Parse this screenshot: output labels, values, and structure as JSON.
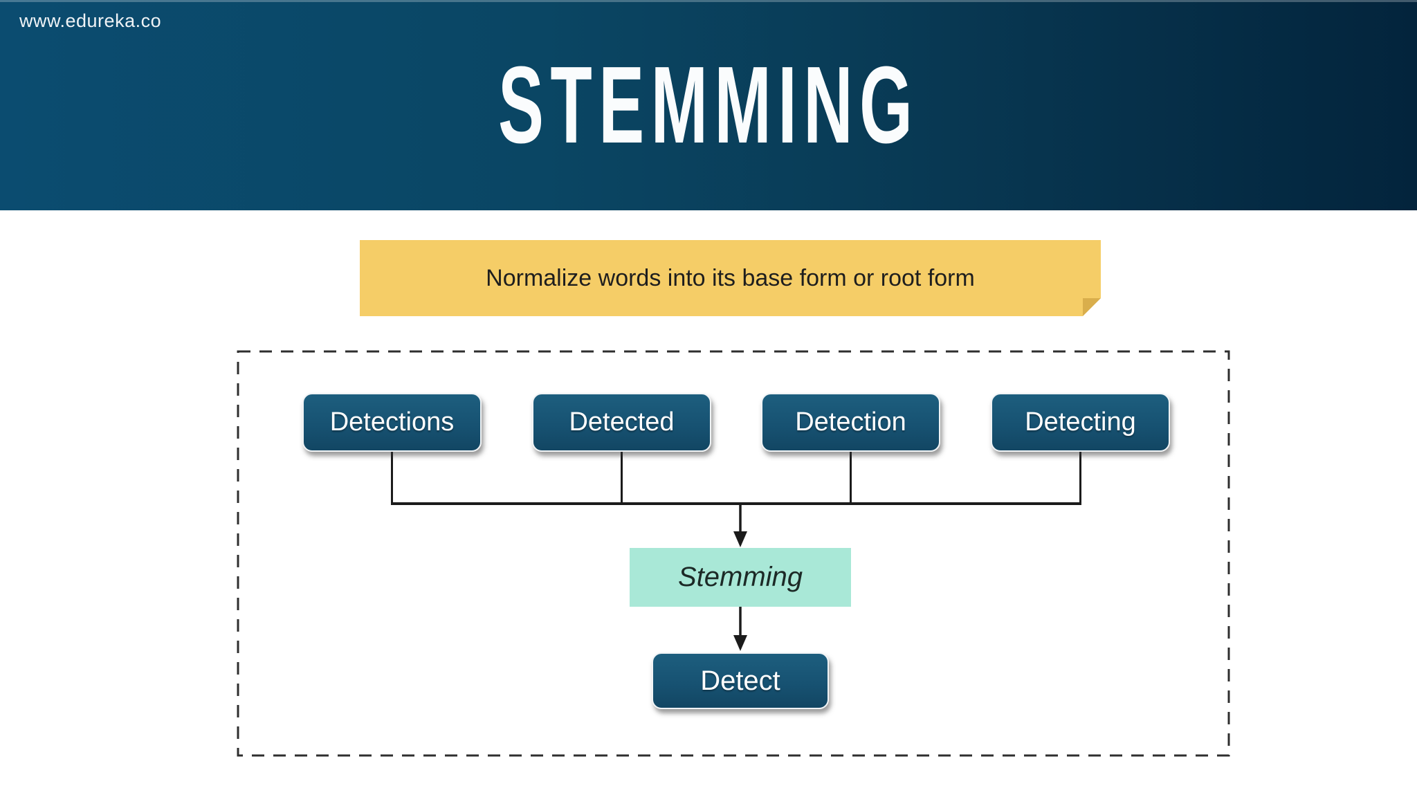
{
  "header": {
    "watermark": "www.edureka.co",
    "title": "STEMMING"
  },
  "note": {
    "text": "Normalize words into its base form or root form"
  },
  "diagram": {
    "words": [
      "Detections",
      "Detected",
      "Detection",
      "Detecting"
    ],
    "process": "Stemming",
    "result": "Detect"
  },
  "colors": {
    "header_gradient_left": "#0B4C70",
    "header_gradient_right": "#03243C",
    "note_bg": "#F5CD67",
    "note_fold": "#D9AE4C",
    "word_box_bg": "#175272",
    "word_box_border": "#F1F4F6",
    "process_bg": "#A9E8D7",
    "connector": "#1B1B1B",
    "dashed_border": "#2E2E2E",
    "title_text": "#FAFCFD",
    "box_text": "#FFFFFF"
  }
}
